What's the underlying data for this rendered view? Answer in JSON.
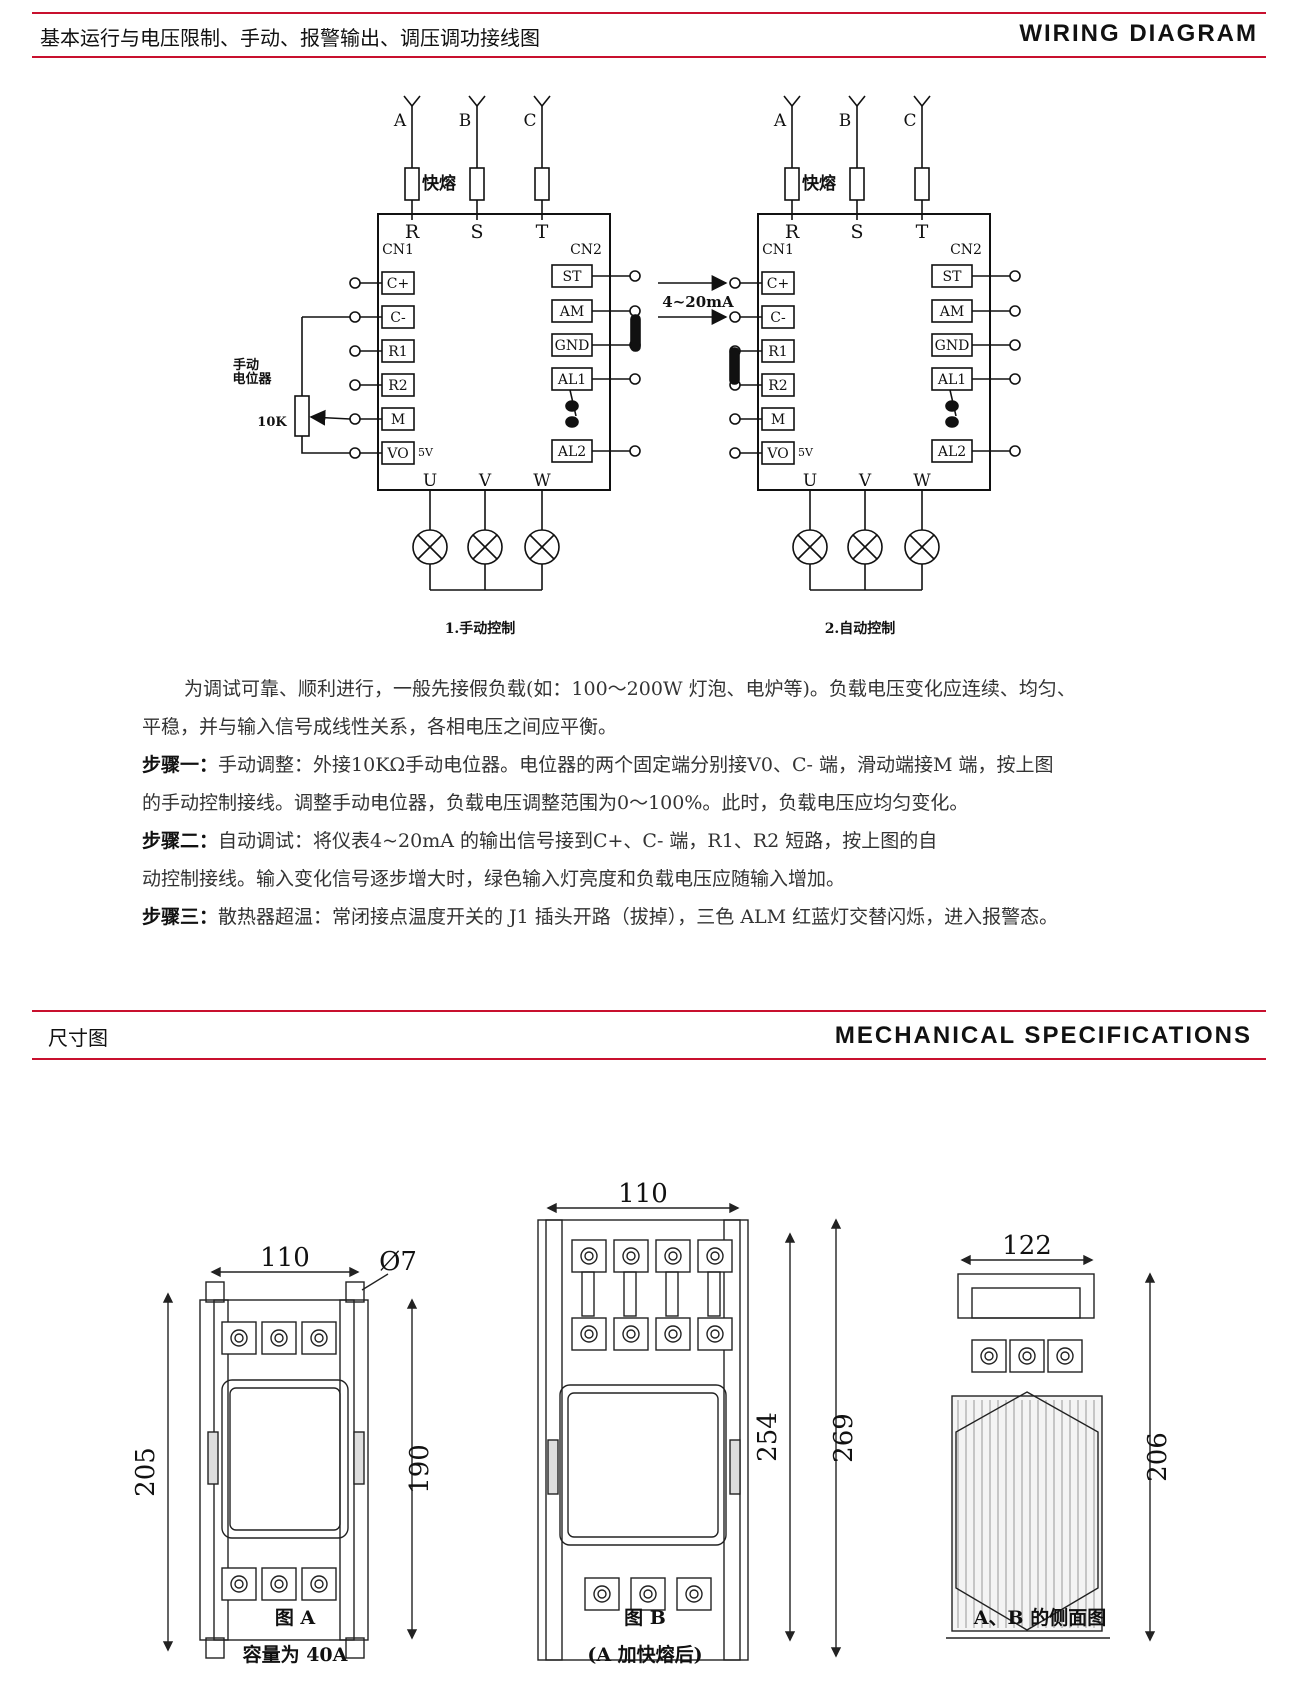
{
  "sections": {
    "wiring": {
      "cn": "基本运行与电压限制、手动、报警输出、调压调功接线图",
      "en": "WIRING DIAGRAM"
    },
    "mechanical": {
      "cn": "尺寸图",
      "en": "MECHANICAL SPECIFICATIONS"
    }
  },
  "wiring_diagram": {
    "phases": [
      "A",
      "B",
      "C"
    ],
    "fuse_label": "快熔",
    "inputs": [
      "R",
      "S",
      "T"
    ],
    "outputs": [
      "U",
      "V",
      "W"
    ],
    "cn1": {
      "label": "CN1",
      "pins": [
        "C+",
        "C-",
        "R1",
        "R2",
        "M",
        "VO"
      ],
      "vo_note": "5V"
    },
    "cn2": {
      "label": "CN2",
      "pins": [
        "ST",
        "AM",
        "GND",
        "AL1",
        "AL2"
      ]
    },
    "pot_label_1": "手动",
    "pot_label_2": "电位器",
    "pot_value": "10K",
    "signal_label": "4~20mA",
    "caption_manual": "1.手动控制",
    "caption_auto": "2.自动控制"
  },
  "instructions": {
    "intro_1": "为调试可靠、顺利进行，一般先接假负载(如：100～200W 灯泡、电炉等)。负载电压变化应连续、均匀、",
    "intro_2": "平稳，并与输入信号成线性关系，各相电压之间应平衡。",
    "step1_label": "步骤一：",
    "step1_text_1": "手动调整：外接10KΩ手动电位器。电位器的两个固定端分别接V0、C- 端，滑动端接M 端，按上图",
    "step1_text_2": "的手动控制接线。调整手动电位器，负载电压调整范围为0～100%。此时，负载电压应均匀变化。",
    "step2_label": "步骤二：",
    "step2_text_1": "自动调试：将仪表4~20mA 的输出信号接到C+、C- 端，R1、R2 短路，按上图的自",
    "step2_text_2": "动控制接线。输入变化信号逐步增大时，绿色输入灯亮度和负载电压应随输入增加。",
    "step3_label": "步骤三：",
    "step3_text": "散热器超温：常闭接点温度开关的 J1 插头开路（拔掉），三色 ALM 红蓝灯交替闪烁，进入报警态。"
  },
  "mechanical": {
    "figA": {
      "width": "110",
      "hole": "Ø7",
      "height_outer": "205",
      "height_inner": "190",
      "caption_1": "图 A",
      "caption_2": "容量为 40A"
    },
    "figB": {
      "width": "110",
      "height_inner": "254",
      "height_outer": "269",
      "caption_1": "图 B",
      "caption_2": "(A 加快熔后)"
    },
    "figSide": {
      "width": "122",
      "height": "206",
      "caption_1": "A、B 的侧面图"
    }
  }
}
